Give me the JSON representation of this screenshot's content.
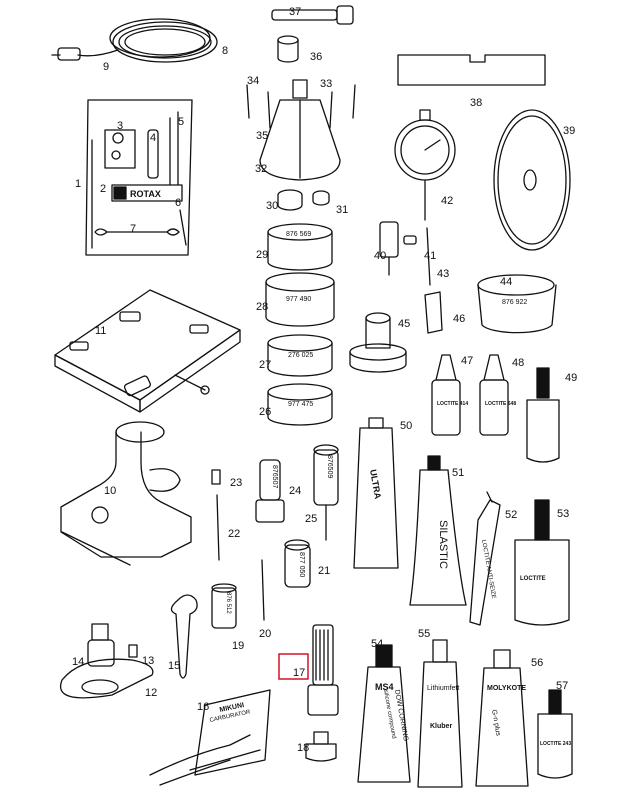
{
  "callouts": [
    "1",
    "2",
    "3",
    "4",
    "5",
    "6",
    "7",
    "8",
    "9",
    "10",
    "11",
    "12",
    "13",
    "14",
    "15",
    "16",
    "17",
    "18",
    "19",
    "20",
    "21",
    "22",
    "23",
    "24",
    "25",
    "26",
    "27",
    "28",
    "29",
    "30",
    "31",
    "32",
    "33",
    "34",
    "35",
    "36",
    "37",
    "38",
    "39",
    "40",
    "41",
    "42",
    "43",
    "44",
    "45",
    "46",
    "47",
    "48",
    "49",
    "50",
    "51",
    "52",
    "53",
    "54",
    "55",
    "56",
    "57"
  ],
  "highlighted_callout": "17",
  "part_labels": {
    "rotax": "ROTAX",
    "ring_29": "876 569",
    "ring_28": "977 490",
    "ring_27": "276 025",
    "ring_26": "977 475",
    "ring_44": "876 922",
    "tool_24": "876507",
    "tool_25": "876509",
    "tool_21": "877 050",
    "tool_19": "876 512",
    "mikuni": "MIKUNI",
    "carburator": "CARBURATOR",
    "tube_50": "ULTRA",
    "tube_51": "SILASTIC",
    "loctite_47": "LOCTITE 414",
    "loctite_48": "LOCTITE 648",
    "tube_52": "LOCTITE ANTI-SEIZE",
    "bottle_53": "LOCTITE",
    "tube_54a": "MS4",
    "tube_54b": "DOW CORNING",
    "tube_54c": "silicone compound",
    "tube_55a": "Lithiumfett",
    "tube_55b": "Kluber",
    "tube_56a": "MOLYKOTE",
    "tube_56b": "G-n plus",
    "bottle_57": "LOCTITE 243"
  }
}
